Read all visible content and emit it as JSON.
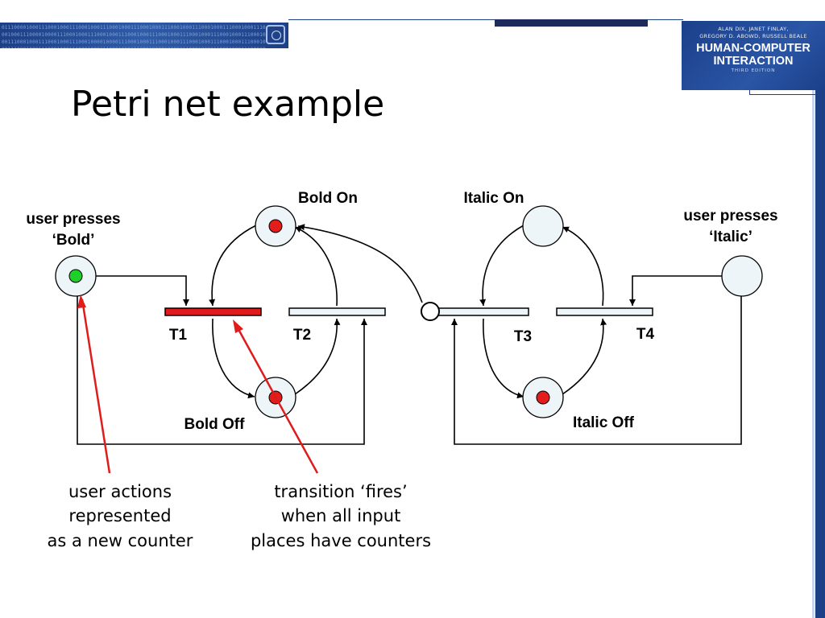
{
  "slide": {
    "title": "Petri net example"
  },
  "branding": {
    "authors_line1": "ALAN DIX, JANET FINLAY,",
    "authors_line2": "GREGORY D. ABOWD, RUSSELL BEALE",
    "book_title_line1": "HUMAN-COMPUTER",
    "book_title_line2": "INTERACTION",
    "edition": "THIRD EDITION",
    "binary_pattern": "01110000100011100010001110001000111000100011100010001110001000111000100011100010001110001000111000010000111000100011100010001110001000111000100011100010001110001000111000100011100010001110001000111000100001000011100010001110001000111000100011100010001110001000111000100011100010001110001000111000100011100010000100001110001000111000100011100010001110001000111000100011100010001110001000111000"
  },
  "places": {
    "bold_on": {
      "label": "Bold On",
      "token": "red"
    },
    "bold_off": {
      "label": "Bold Off",
      "token": "red"
    },
    "italic_on": {
      "label": "Italic On",
      "token": "none"
    },
    "italic_off": {
      "label": "Italic Off",
      "token": "red"
    },
    "press_bold": {
      "label_line1": "user presses",
      "label_line2": "‘Bold’",
      "token": "green"
    },
    "press_italic": {
      "label_line1": "user presses",
      "label_line2": "‘Italic’",
      "token": "none"
    }
  },
  "transitions": {
    "t1": {
      "label": "T1",
      "state": "firing"
    },
    "t2": {
      "label": "T2",
      "state": "idle"
    },
    "t3": {
      "label": "T3",
      "state": "idle"
    },
    "t4": {
      "label": "T4",
      "state": "idle"
    }
  },
  "annotations": {
    "user_actions": [
      "user actions",
      "represented",
      "as a new counter"
    ],
    "transition_fires": [
      "transition ‘fires’",
      "when all input",
      "places have counters"
    ]
  },
  "colors": {
    "token_red": "#e31c1c",
    "token_green": "#1fcf2a",
    "place_fill": "#eef5f8",
    "transition_idle": "#eef5f8",
    "transition_firing": "#e01b1b",
    "pointer": "#e01b1b",
    "brand_blue": "#1d3f86"
  }
}
